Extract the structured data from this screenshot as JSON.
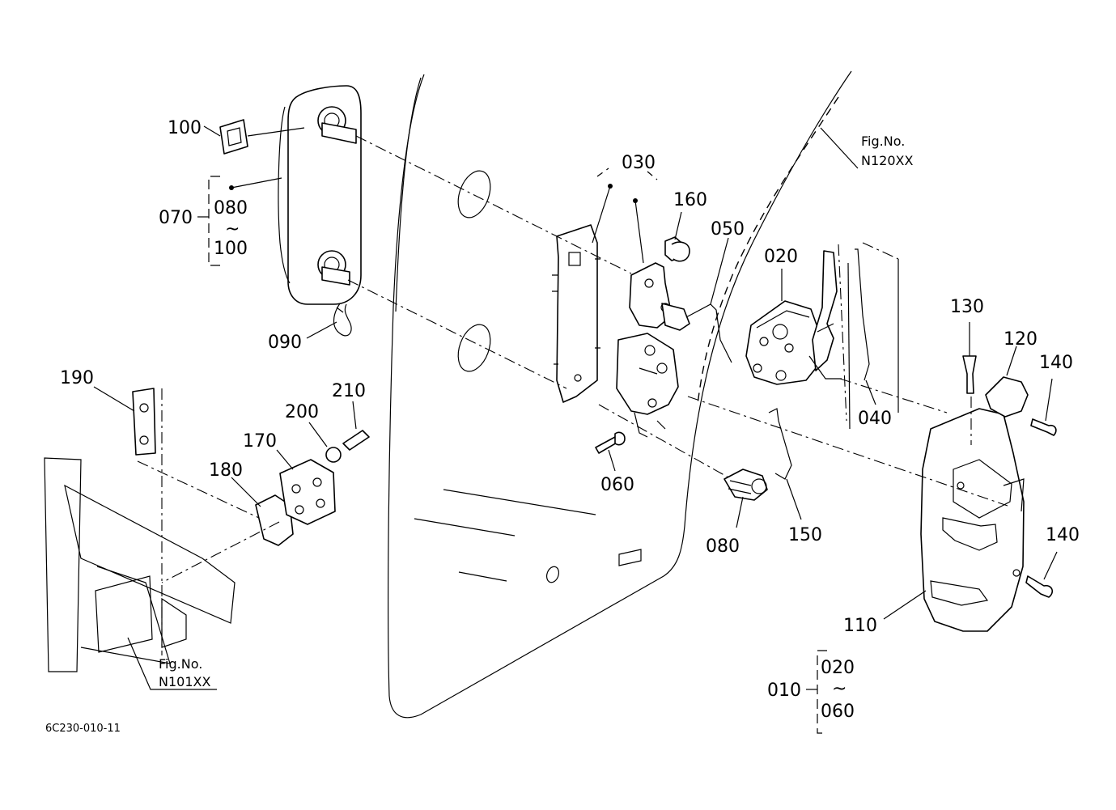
{
  "labels": {
    "p010": "010",
    "p020": "020",
    "p030": "030",
    "p040": "040",
    "p050": "050",
    "p060": "060",
    "p070": "070",
    "p080": "080",
    "p090": "090",
    "p100": "100",
    "p110": "110",
    "p120": "120",
    "p130": "130",
    "p140a": "140",
    "p140b": "140",
    "p150": "150",
    "p160": "160",
    "p170": "170",
    "p180": "180",
    "p190": "190",
    "p200": "200",
    "p210": "210",
    "g070_from": "080",
    "g070_tilde": "~",
    "g070_to": "100",
    "g010_from": "020",
    "g010_tilde": "~",
    "g010_to": "060"
  },
  "references": {
    "fig_top": {
      "line1": "Fig.No.",
      "line2": "N120XX"
    },
    "fig_bottom": {
      "line1": "Fig.No.",
      "line2": "N101XX"
    }
  },
  "drawing_code": "6C230-010-11"
}
